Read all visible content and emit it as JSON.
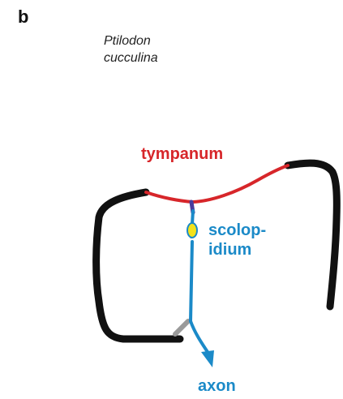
{
  "panel_label": "b",
  "species": {
    "line1": "Ptilodon",
    "line2": "cucculina"
  },
  "labels": {
    "tympanum": "tympanum",
    "scolopidium_line1": "scolop-",
    "scolopidium_line2": "idium",
    "axon": "axon"
  },
  "colors": {
    "tympanum": "#d7262a",
    "nerve": "#1b8ac8",
    "scolopidium_body": "#f3e21b",
    "frame": "#111111",
    "attachment": "#9a9a9a"
  }
}
